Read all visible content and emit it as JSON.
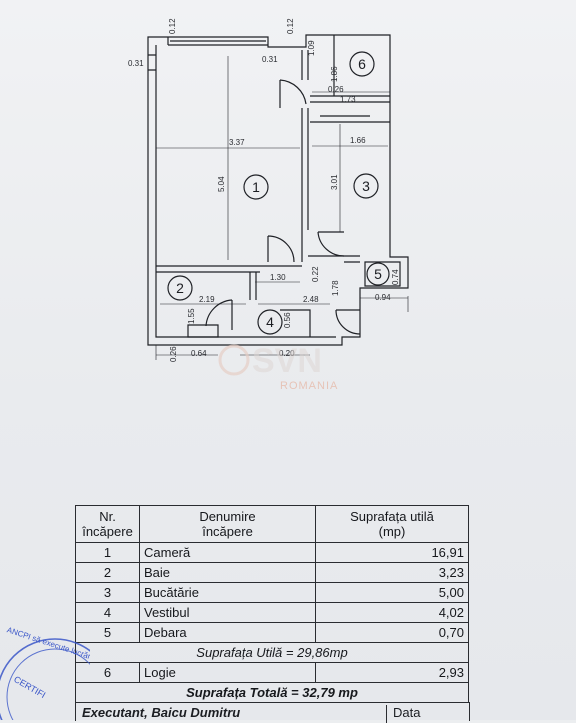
{
  "plan": {
    "rooms": [
      {
        "number": "1"
      },
      {
        "number": "2"
      },
      {
        "number": "3"
      },
      {
        "number": "4"
      },
      {
        "number": "5"
      },
      {
        "number": "6"
      }
    ],
    "dimensions": {
      "d_012_left": "0.12",
      "d_012_right": "0.12",
      "d_031_left": "0.31",
      "d_031_right": "0.31",
      "d_109": "1.09",
      "d_186": "1.86",
      "d_026_top": "0.26",
      "d_173": "1.73",
      "d_337": "3.37",
      "d_166": "1.66",
      "d_504": "5.04",
      "d_301": "3.01",
      "d_130": "1.30",
      "d_022": "0.22",
      "d_178": "1.78",
      "d_074": "0.74",
      "d_094": "0.94",
      "d_219": "2.19",
      "d_248": "2.48",
      "d_155": "1.55",
      "d_056": "0.56",
      "d_026_bottom": "0.26",
      "d_064": "0.64",
      "d_020": "0.20"
    },
    "watermark": {
      "logo": "SVN",
      "sub": "ROMANIA"
    }
  },
  "table": {
    "headers": {
      "nr_line1": "Nr.",
      "nr_line2": "încăpere",
      "name_line1": "Denumire",
      "name_line2": "încăpere",
      "area_line1": "Suprafața utilă",
      "area_line2": "(mp)"
    },
    "rows": [
      {
        "nr": "1",
        "name": "Cameră",
        "area": "16,91"
      },
      {
        "nr": "2",
        "name": "Baie",
        "area": "3,23"
      },
      {
        "nr": "3",
        "name": "Bucătărie",
        "area": "5,00"
      },
      {
        "nr": "4",
        "name": "Vestibul",
        "area": "4,02"
      },
      {
        "nr": "5",
        "name": "Debara",
        "area": "0,70"
      }
    ],
    "useful_total": "Suprafața Utilă = 29,86mp",
    "logia": {
      "nr": "6",
      "name": "Logie",
      "area": "2,93"
    },
    "grand_total": "Suprafața Totală = 32,79 mp",
    "executant": "Executant, Baicu Dumitru",
    "data_label": "Data"
  },
  "stamp": {
    "text": "ANCPI să execute lucrări",
    "sub": "CERTIFI"
  },
  "colors": {
    "ink": "#1b1d22",
    "stamp": "#3a56c8",
    "watermark": "#e6b3a0"
  }
}
